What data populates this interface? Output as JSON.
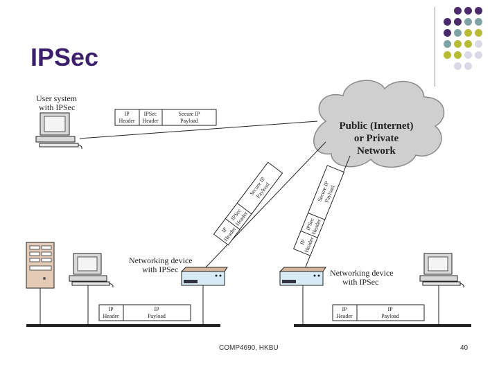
{
  "slide": {
    "title": "IPSec",
    "footer_course": "COMP4690,  HKBU",
    "page_number": "40"
  },
  "diagram": {
    "user_system_label": [
      "User system",
      "with IPSec"
    ],
    "network_label": [
      "Public (Internet)",
      "or Private",
      "Network"
    ],
    "device_left_label": [
      "Networking device",
      "with IPSec"
    ],
    "device_right_label": [
      "Networking device",
      "with IPSec"
    ],
    "top_packet": [
      [
        "IP",
        "Header"
      ],
      [
        "IPSec",
        "Header"
      ],
      [
        "Secure IP",
        "Payload"
      ]
    ],
    "diag_packet_left": [
      [
        "IP",
        "Header"
      ],
      [
        "IPSec",
        "Header"
      ],
      [
        "Secure IP",
        "Payload"
      ]
    ],
    "diag_packet_right": [
      [
        "IP",
        "Header"
      ],
      [
        "IPSec",
        "Header"
      ],
      [
        "Secure IP",
        "Payload"
      ]
    ],
    "lan_packet_left": [
      [
        "IP",
        "Header"
      ],
      [
        "IP",
        "Payload"
      ]
    ],
    "lan_packet_right": [
      [
        "IP",
        "Header"
      ],
      [
        "IP",
        "Payload"
      ]
    ]
  },
  "decor": {
    "dot_colors": [
      "#4a2a6a",
      "#7ea3a5",
      "#b9bc35",
      "#d8d8e6"
    ]
  }
}
